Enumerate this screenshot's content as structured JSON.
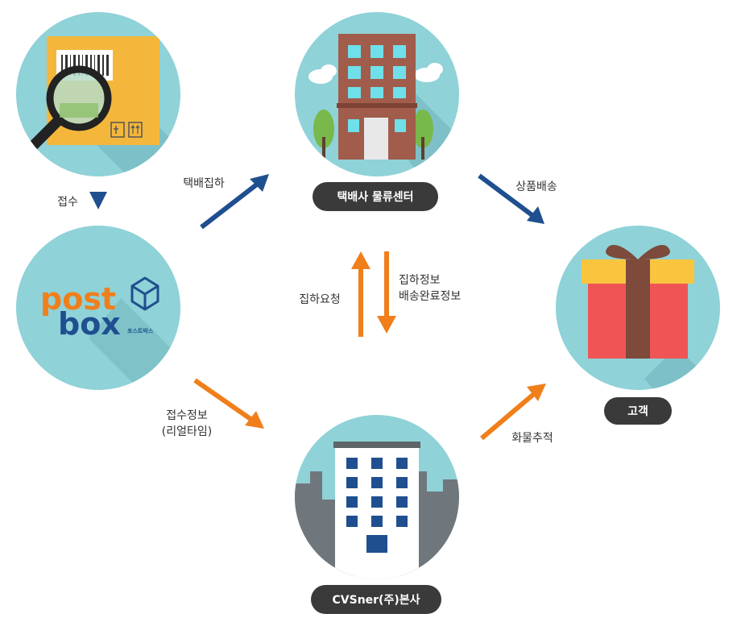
{
  "nodes": {
    "package": {},
    "postbox": {
      "logo_post": "post",
      "logo_box": "box",
      "logo_sub": "포스트박스"
    },
    "courier_center": {
      "label": "택배사 물류센터"
    },
    "customer": {
      "label": "고객"
    },
    "hq": {
      "label": "CVSner(주)본사"
    }
  },
  "edges": {
    "receipt": {
      "label": "접수"
    },
    "pickup": {
      "label": "택배집하"
    },
    "delivery": {
      "label": "상품배송"
    },
    "pickup_request": {
      "label": "집하요청"
    },
    "pickup_info": {
      "line1": "집하정보",
      "line2": "배송완료정보"
    },
    "receipt_info": {
      "line1": "접수정보",
      "line2": "(리얼타임)"
    },
    "tracking": {
      "label": "화물추적"
    }
  },
  "colors": {
    "circle_bg": "#8fd2d8",
    "shadow": "#78bcc3",
    "pill_bg": "#3a3a3a",
    "arrow_blue": "#1f4f8f",
    "arrow_orange": "#f07f1b",
    "logo_orange": "#f07f1b",
    "logo_blue": "#1f4f8f"
  }
}
